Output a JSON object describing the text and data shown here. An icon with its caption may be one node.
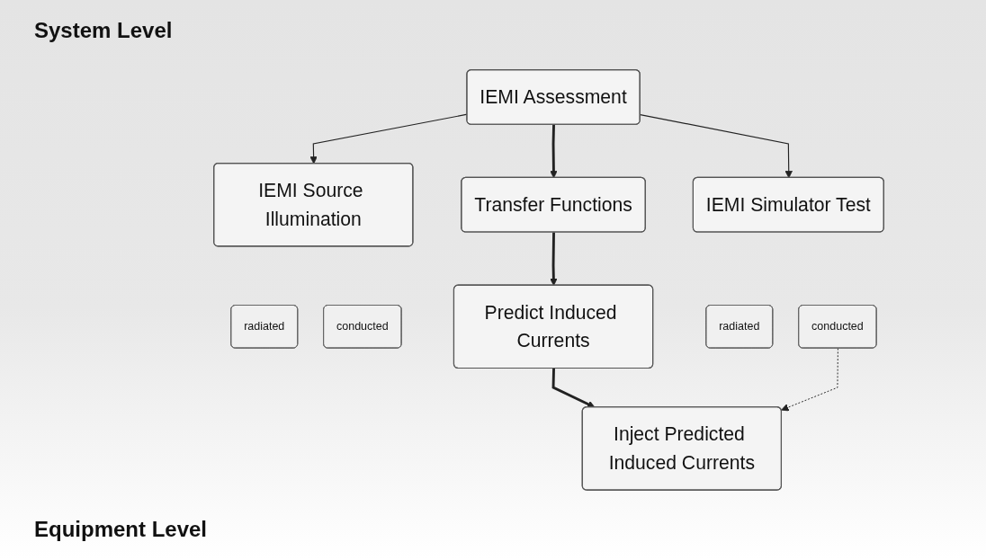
{
  "diagram": {
    "nodes": [
      {
        "text": [
          "IEMI Assessment"
        ]
      },
      {
        "text": [
          "IEMI Source Illumination"
        ]
      },
      {
        "text": [
          "radiated"
        ]
      },
      {
        "text": [
          "conducted"
        ]
      },
      {
        "text": [
          "Transfer Functions"
        ]
      },
      {
        "text": [
          "IEMI Simulator Test"
        ]
      },
      {
        "text": [
          "radiated"
        ]
      },
      {
        "text": [
          "conducted"
        ]
      },
      {
        "text": [
          "Predict Induced Currents"
        ]
      },
      {
        "text": [
          "Inject Predicted Induced Currents"
        ]
      }
    ],
    "edges": [
      {
        "from": 0,
        "to": 1,
        "arrow": "to"
      },
      {
        "from": 0,
        "to": 4,
        "arrow": "to",
        "style": "thick"
      },
      {
        "from": 0,
        "to": 5,
        "arrow": "to"
      },
      {
        "from": 4,
        "to": 8,
        "arrow": "to",
        "style": "thick"
      },
      {
        "from": 8,
        "to": 9,
        "arrow": "to",
        "style": "thick"
      },
      {
        "from": 7,
        "to": 9,
        "arrow": "to",
        "style": "dashed"
      }
    ],
    "labels": [
      "System Level",
      "Equipment Level"
    ]
  }
}
